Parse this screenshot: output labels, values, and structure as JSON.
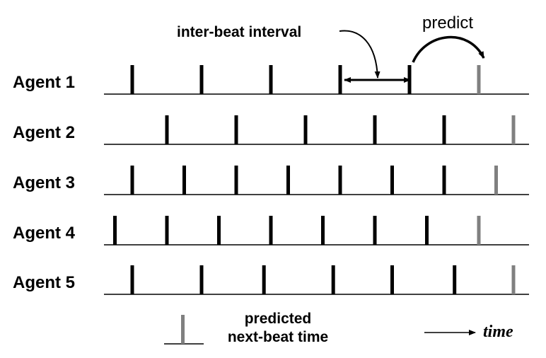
{
  "annotations": {
    "interval_label": "inter-beat interval",
    "predict_label": "predict",
    "legend_line1": "predicted",
    "legend_line2": "next-beat time",
    "time_label": "time"
  },
  "colors": {
    "beat": "#000000",
    "predicted": "#808080",
    "baseline": "#000000"
  },
  "chart_data": {
    "type": "timeline",
    "agents": [
      {
        "label": "Agent  1",
        "beats": [
          1,
          2,
          3,
          4,
          5
        ],
        "predicted": 6
      },
      {
        "label": "Agent  2",
        "beats": [
          1.5,
          2.5,
          3.5,
          4.5,
          5.5
        ],
        "predicted": 6.5
      },
      {
        "label": "Agent  3",
        "beats": [
          1,
          1.75,
          2.5,
          3.25,
          4,
          4.75,
          5.5
        ],
        "predicted": 6.25
      },
      {
        "label": "Agent  4",
        "beats": [
          0.75,
          1.5,
          2.25,
          3,
          3.75,
          4.5,
          5.25
        ],
        "predicted": 6
      },
      {
        "label": "Agent  5",
        "beats": [
          1,
          2,
          2.9,
          3.9,
          4.75,
          5.65
        ],
        "predicted": 6.5
      }
    ]
  }
}
